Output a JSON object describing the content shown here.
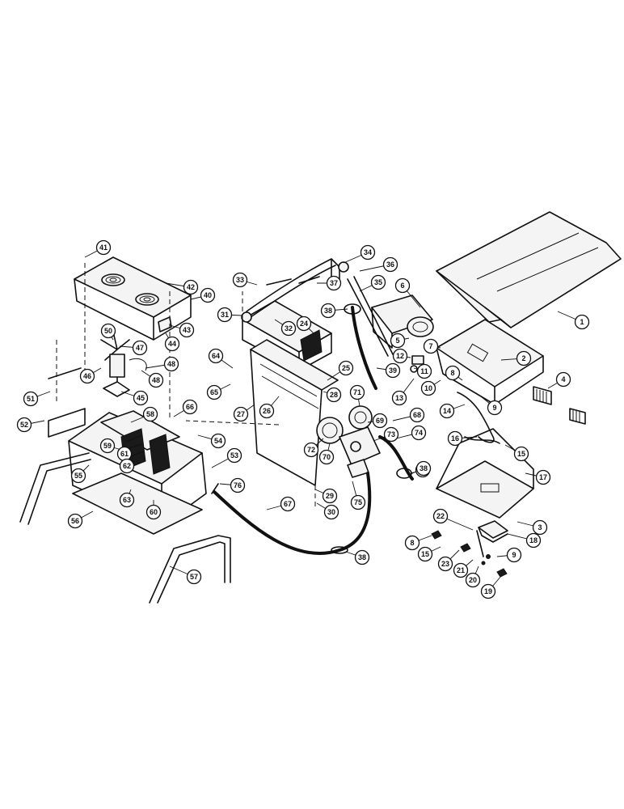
{
  "callouts": [
    {
      "n": "1"
    },
    {
      "n": "2"
    },
    {
      "n": "3"
    },
    {
      "n": "4"
    },
    {
      "n": "5"
    },
    {
      "n": "6"
    },
    {
      "n": "7"
    },
    {
      "n": "8"
    },
    {
      "n": "8"
    },
    {
      "n": "9"
    },
    {
      "n": "9"
    },
    {
      "n": "10"
    },
    {
      "n": "11"
    },
    {
      "n": "12"
    },
    {
      "n": "13"
    },
    {
      "n": "14"
    },
    {
      "n": "15"
    },
    {
      "n": "15"
    },
    {
      "n": "16"
    },
    {
      "n": "17"
    },
    {
      "n": "18"
    },
    {
      "n": "19"
    },
    {
      "n": "20"
    },
    {
      "n": "21"
    },
    {
      "n": "22"
    },
    {
      "n": "23"
    },
    {
      "n": "24"
    },
    {
      "n": "25"
    },
    {
      "n": "26"
    },
    {
      "n": "27"
    },
    {
      "n": "28"
    },
    {
      "n": "29"
    },
    {
      "n": "30"
    },
    {
      "n": "31"
    },
    {
      "n": "32"
    },
    {
      "n": "33"
    },
    {
      "n": "34"
    },
    {
      "n": "35"
    },
    {
      "n": "36"
    },
    {
      "n": "37"
    },
    {
      "n": "38"
    },
    {
      "n": "38"
    },
    {
      "n": "38"
    },
    {
      "n": "38"
    },
    {
      "n": "39"
    },
    {
      "n": "40"
    },
    {
      "n": "41"
    },
    {
      "n": "42"
    },
    {
      "n": "43"
    },
    {
      "n": "44"
    },
    {
      "n": "45"
    },
    {
      "n": "46"
    },
    {
      "n": "47"
    },
    {
      "n": "48"
    },
    {
      "n": "48"
    },
    {
      "n": "50"
    },
    {
      "n": "51"
    },
    {
      "n": "52"
    },
    {
      "n": "53"
    },
    {
      "n": "54"
    },
    {
      "n": "55"
    },
    {
      "n": "56"
    },
    {
      "n": "57"
    },
    {
      "n": "58"
    },
    {
      "n": "59"
    },
    {
      "n": "60"
    },
    {
      "n": "61"
    },
    {
      "n": "62"
    },
    {
      "n": "63"
    },
    {
      "n": "64"
    },
    {
      "n": "65"
    },
    {
      "n": "66"
    },
    {
      "n": "67"
    },
    {
      "n": "68"
    },
    {
      "n": "69"
    },
    {
      "n": "70"
    },
    {
      "n": "71"
    },
    {
      "n": "72"
    },
    {
      "n": "73"
    },
    {
      "n": "74"
    },
    {
      "n": "75"
    },
    {
      "n": "76"
    }
  ]
}
